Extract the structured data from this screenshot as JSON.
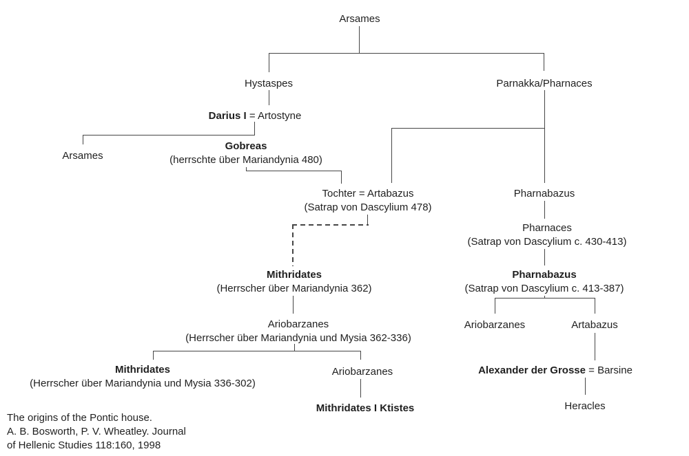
{
  "colors": {
    "background": "#ffffff",
    "line": "#454545",
    "text": "#1f1f1f"
  },
  "diagram": {
    "nodes": [
      {
        "id": "arsames-elder",
        "bold": "",
        "regular": "Arsames",
        "sub": ""
      },
      {
        "id": "hystaspes",
        "bold": "",
        "regular": "Hystaspes",
        "sub": ""
      },
      {
        "id": "parnakka-pharnaces",
        "bold": "",
        "regular": "Parnakka/Pharnaces",
        "sub": ""
      },
      {
        "id": "darius-i",
        "bold": "Darius I",
        "regular": " = Artostyne",
        "sub": ""
      },
      {
        "id": "arsames-younger",
        "bold": "",
        "regular": "Arsames",
        "sub": ""
      },
      {
        "id": "gobreas",
        "bold": "Gobreas",
        "regular": "",
        "sub": "(herrschte über Mariandynia 480)"
      },
      {
        "id": "tochter-artabazus",
        "bold": "",
        "regular": "Tochter = Artabazus",
        "sub": "(Satrap von Dascylium 478)"
      },
      {
        "id": "pharnabazus-i",
        "bold": "",
        "regular": "Pharnabazus",
        "sub": ""
      },
      {
        "id": "pharnaces-satrap",
        "bold": "",
        "regular": "Pharnaces",
        "sub": "(Satrap von Dascylium c. 430-413)"
      },
      {
        "id": "pharnabazus-ii",
        "bold": "Pharnabazus",
        "regular": "",
        "sub": "(Satrap von Dascylium c. 413-387)"
      },
      {
        "id": "mithridates-i",
        "bold": "Mithridates",
        "regular": "",
        "sub": "(Herrscher über Mariandynia 362)"
      },
      {
        "id": "ariobarzanes-i",
        "bold": "",
        "regular": "Ariobarzanes",
        "sub": "(Herrscher über Mariandynia und Mysia 362-336)"
      },
      {
        "id": "mithridates-ii",
        "bold": "Mithridates",
        "regular": "",
        "sub": "(Herrscher über Mariandynia und Mysia 336-302)"
      },
      {
        "id": "ariobarzanes-ii",
        "bold": "",
        "regular": "Ariobarzanes",
        "sub": ""
      },
      {
        "id": "mithridates-ktistes",
        "bold": "Mithridates I Ktistes",
        "regular": "",
        "sub": ""
      },
      {
        "id": "ariobarzanes-iii",
        "bold": "",
        "regular": "Ariobarzanes",
        "sub": ""
      },
      {
        "id": "artabazus-ii",
        "bold": "",
        "regular": "Artabazus",
        "sub": ""
      },
      {
        "id": "alexander-barsine",
        "bold": "Alexander der Grosse",
        "regular": " = Barsine",
        "sub": ""
      },
      {
        "id": "heracles",
        "bold": "",
        "regular": "Heracles",
        "sub": ""
      }
    ],
    "caption": {
      "line1": "The origins of the Pontic house.",
      "line2": "A. B. Bosworth, P. V. Wheatley. Journal",
      "line3": "of Hellenic Studies 118:160, 1998"
    }
  }
}
